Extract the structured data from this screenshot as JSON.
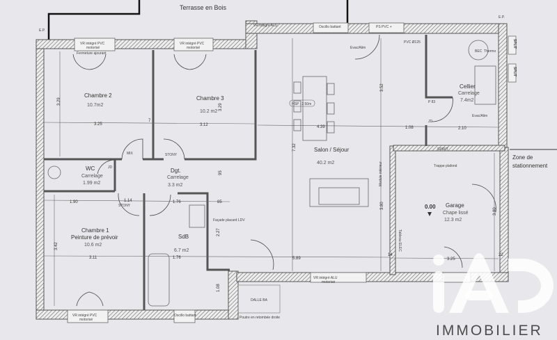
{
  "plan": {
    "terrace": "Terrasse en Bois",
    "parking": [
      "Zone de",
      "stationnement"
    ],
    "rooms": {
      "chambre2": {
        "name": "Chambre 2",
        "area": "10.7m2"
      },
      "chambre3": {
        "name": "Chambre 3",
        "area": "10.2  m2"
      },
      "wc": {
        "name": "WC",
        "floor": "Carrelage",
        "area": "1.99 m2"
      },
      "dgt": {
        "name": "Dgt.",
        "floor": "Carrelage",
        "area": "3.3  m2"
      },
      "chambre1": {
        "name": "Chambre 1",
        "note": "Peinture de prévoir",
        "area": "10.6  m2"
      },
      "sdb": {
        "name": "SdB",
        "area": "6.7  m2"
      },
      "salon": {
        "name": "Salon / Séjour",
        "area": "40.2  m2"
      },
      "cellier": {
        "name": "Cellier",
        "floor": "Carrelage",
        "area": "7.4m2"
      },
      "garage": {
        "name": "Garage",
        "floor": "Chape lissé",
        "area": "12.3  m2",
        "level": "0.00"
      }
    },
    "annotations": {
      "vr_pvc": "VR intégré PVC",
      "motorise": "motorisé",
      "fermeture": "Fermeture ajourant",
      "hsp": "HSP : 2.50m",
      "facade": "Façade placard LDV",
      "module": "Module intérieur",
      "dalle": "DALLE BA",
      "poutre": "Poutre en retombée droite",
      "spirit": "SPIRIT",
      "split": "SPLIT",
      "ep": "E.P.",
      "mix": "MIX",
      "stony": "STONY",
      "p83": "P 83",
      "jd": "JD",
      "pvc_d125": "PVC Ø125",
      "oscillo": "Oscillo battant",
      "vr_alu": "VR intégré ALU",
      "ps_pvc": "PS PVC +",
      "evac": "Evac/Alim",
      "trappe": "Trappe plafond",
      "tableau": "Tableau ELEC",
      "ballon": "BEC",
      "thermo": "Thermo"
    },
    "dimensions": [
      "3.29",
      "3.25",
      "3.12",
      "3.29",
      "7",
      "1.90",
      "1.14",
      "1.76",
      "85",
      "3.42",
      "3.11",
      "1.76",
      "2.27",
      "1.08",
      "4.39",
      "1.08",
      "2.10",
      "3.52",
      "7.32",
      "3.80",
      "5.89",
      "14",
      "3.25",
      "3.80",
      "22",
      "95"
    ]
  },
  "watermark": {
    "logo": "iAD",
    "text": "IMMOBILIER"
  }
}
